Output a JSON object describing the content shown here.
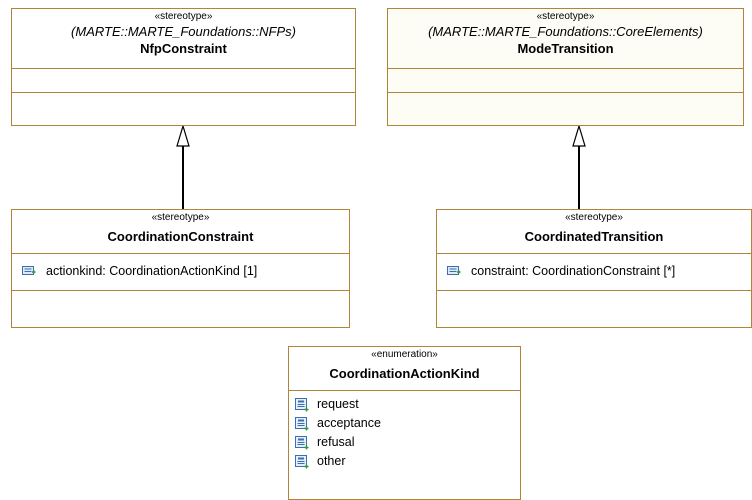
{
  "classes": {
    "nfp_constraint": {
      "stereotype": "«stereotype»",
      "package": "(MARTE::MARTE_Foundations::NFPs)",
      "name": "NfpConstraint"
    },
    "mode_transition": {
      "stereotype": "«stereotype»",
      "package": "(MARTE::MARTE_Foundations::CoreElements)",
      "name": "ModeTransition"
    },
    "coordination_constraint": {
      "stereotype": "«stereotype»",
      "name": "CoordinationConstraint",
      "attributes": [
        "actionkind: CoordinationActionKind [1]"
      ]
    },
    "coordinated_transition": {
      "stereotype": "«stereotype»",
      "name": "CoordinatedTransition",
      "attributes": [
        "constraint: CoordinationConstraint [*]"
      ]
    },
    "coordination_action_kind": {
      "stereotype": "«enumeration»",
      "name": "CoordinationActionKind",
      "literals": [
        "request",
        "acceptance",
        "refusal",
        "other"
      ]
    }
  },
  "icons": {
    "attribute": "property-icon",
    "literal": "enumeration-literal-icon",
    "generalization": "hollow-triangle-arrowhead"
  },
  "colors": {
    "border": "#b0853a",
    "icon_blue": "#3a6fb0",
    "icon_green": "#2e9a3a"
  }
}
